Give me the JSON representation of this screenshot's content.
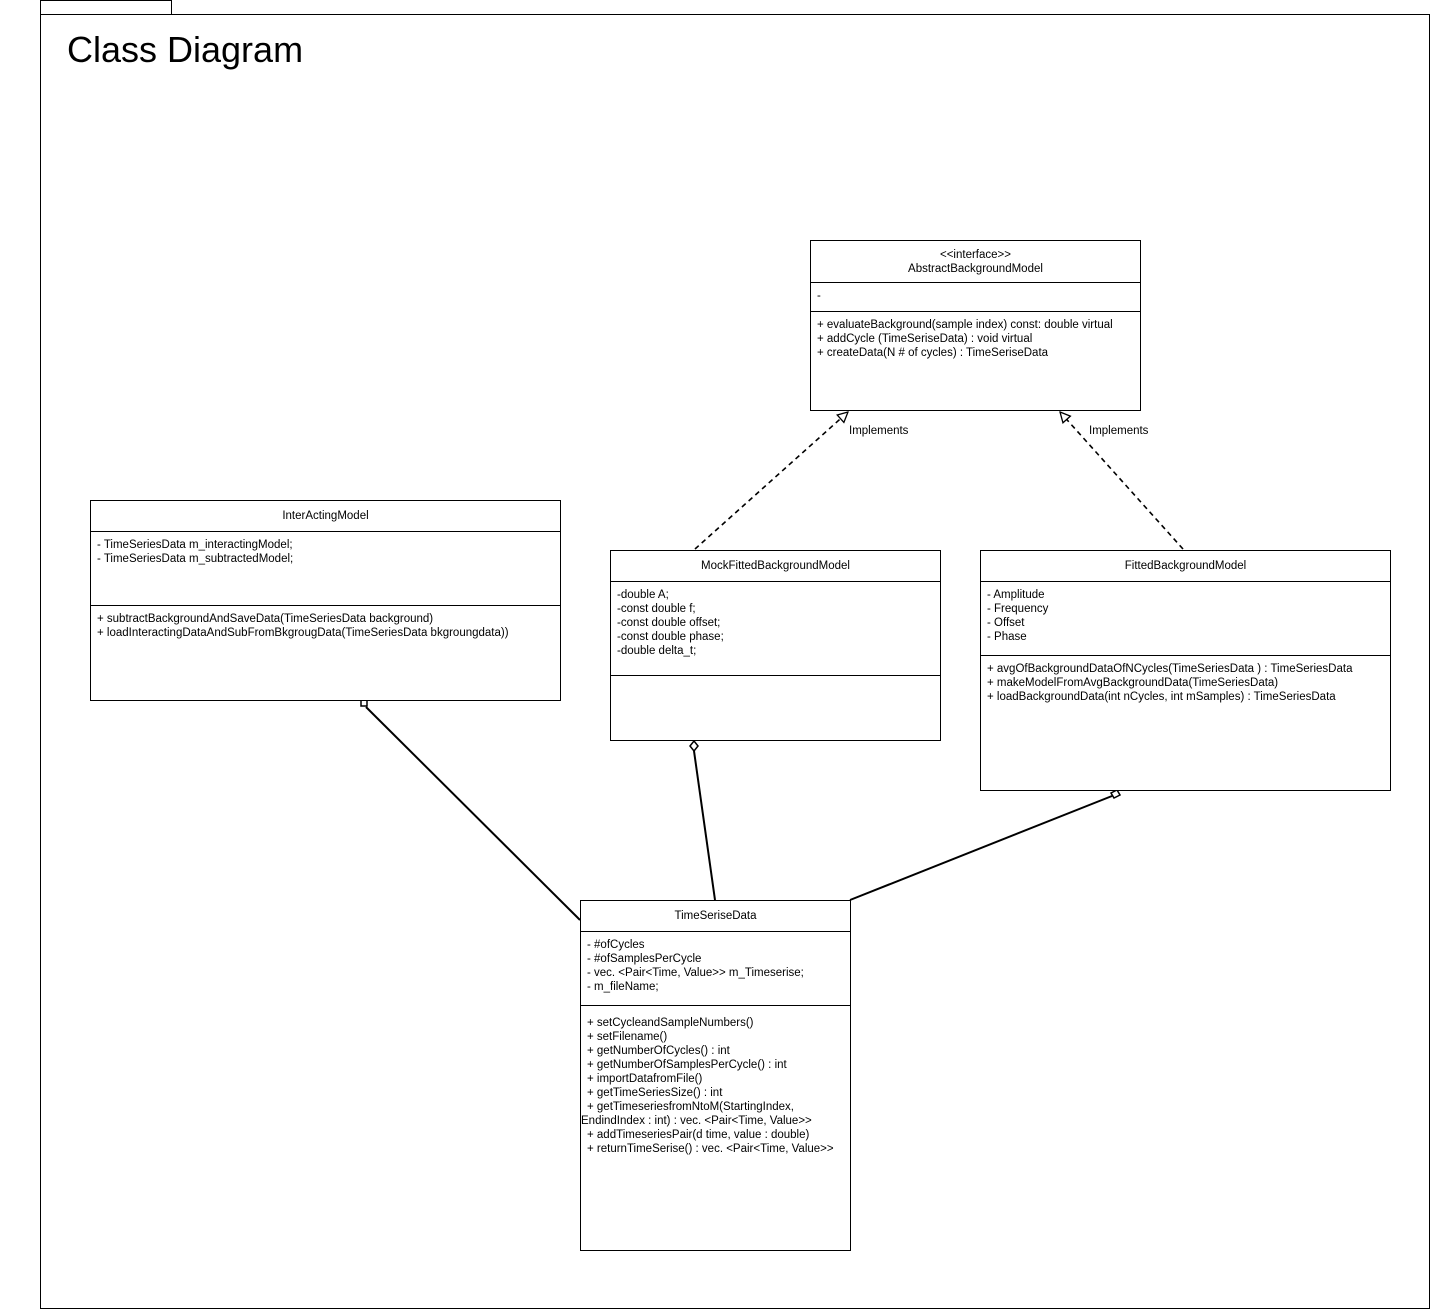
{
  "diagram": {
    "title": "Class Diagram"
  },
  "classes": {
    "abstract": {
      "stereotype": "<<interface>>",
      "name": "AbstractBackgroundModel",
      "attributes": [
        "-"
      ],
      "operations": [
        "+ evaluateBackground(sample index) const: double virtual",
        "+ addCycle (TimeSeriseData) : void virtual",
        "+ createData(N # of cycles) : TimeSeriseData"
      ]
    },
    "interacting": {
      "name": "InterActingModel",
      "attributes": [
        "- TimeSeriesData m_interactingModel;",
        "- TimeSeriesData m_subtractedModel;"
      ],
      "operations": [
        "+ subtractBackgroundAndSaveData(TimeSeriesData background)",
        "+ loadInteractingDataAndSubFromBkgrougData(TimeSeriesData bkgroungdata))"
      ]
    },
    "mock": {
      "name": "MockFittedBackgroundModel",
      "attributes": [
        "-double A;",
        "-const double f;",
        "-const double offset;",
        "-const double phase;",
        "-double delta_t;"
      ],
      "operations": []
    },
    "fitted": {
      "name": "FittedBackgroundModel",
      "attributes": [
        "- Amplitude",
        "- Frequency",
        "- Offset",
        "- Phase"
      ],
      "operations": [
        "+ avgOfBackgroundDataOfNCycles(TimeSeriesData ) : TimeSeriesData",
        "+ makeModelFromAvgBackgroundData(TimeSeriesData)",
        "+ loadBackgroundData(int nCycles, int mSamples) : TimeSeriesData"
      ]
    },
    "timeserise": {
      "name": "TimeSeriseData",
      "attributes": [
        "- #ofCycles",
        "- #ofSamplesPerCycle",
        "- vec. <Pair<Time, Value>> m_Timeserise;",
        "- m_fileName;"
      ],
      "operations": [
        "+ setCycleandSampleNumbers()",
        "+ setFilename()",
        "+ getNumberOfCycles() : int",
        "+ getNumberOfSamplesPerCycle() : int",
        "+ importDatafromFile()",
        "+ getTimeSeriesSize() : int",
        "+ getTimeseriesfromNtoM(StartingIndex,",
        "EndindIndex : int) : vec. <Pair<Time, Value>>",
        "+ addTimeseriesPair(d time, value : double)",
        "+ returnTimeSerise() : vec. <Pair<Time, Value>>"
      ]
    }
  },
  "relations": {
    "implements_left_label": "Implements",
    "implements_right_label": "Implements"
  }
}
